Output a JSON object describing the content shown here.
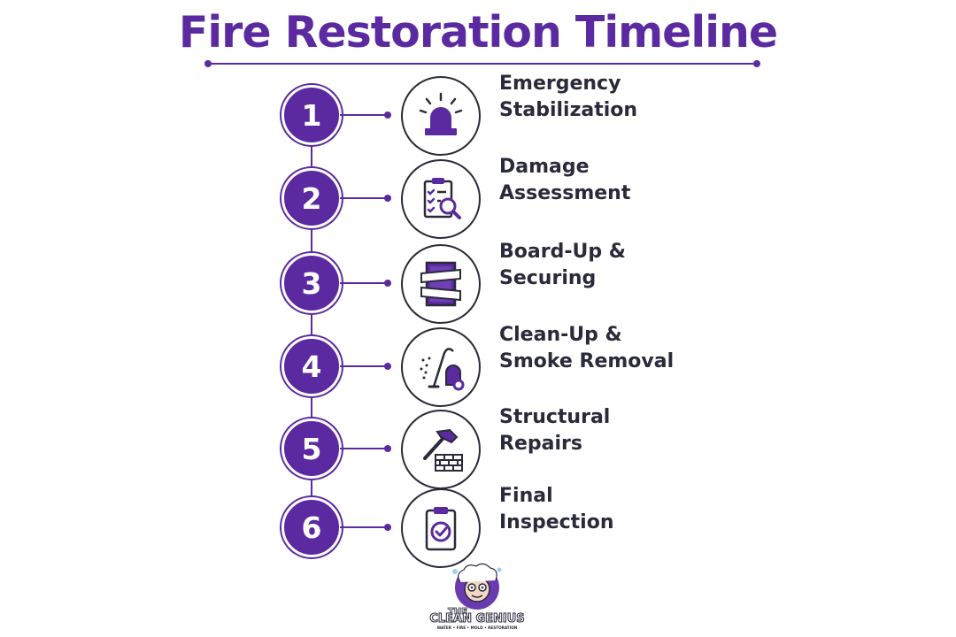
{
  "title": "Fire Restoration Timeline",
  "colors": {
    "accent": "#5b2aa0",
    "ink": "#2a2a3a"
  },
  "steps": [
    {
      "number": "1",
      "line1": "Emergency",
      "line2": "Stabilization",
      "icon": "siren-icon"
    },
    {
      "number": "2",
      "line1": "Damage",
      "line2": "Assessment",
      "icon": "clipboard-magnifier-icon"
    },
    {
      "number": "3",
      "line1": "Board-Up &",
      "line2": "Securing",
      "icon": "boarded-window-icon"
    },
    {
      "number": "4",
      "line1": "Clean-Up &",
      "line2": "Smoke Removal",
      "icon": "vacuum-icon"
    },
    {
      "number": "5",
      "line1": "Structural",
      "line2": "Repairs",
      "icon": "hammer-bricks-icon"
    },
    {
      "number": "6",
      "line1": "Final",
      "line2": "Inspection",
      "icon": "clipboard-check-icon"
    }
  ],
  "logo": {
    "line1": "THE",
    "line2": "CLEAN GENIUS",
    "tagline": "WATER • FIRE • MOLD • RESTORATION"
  }
}
